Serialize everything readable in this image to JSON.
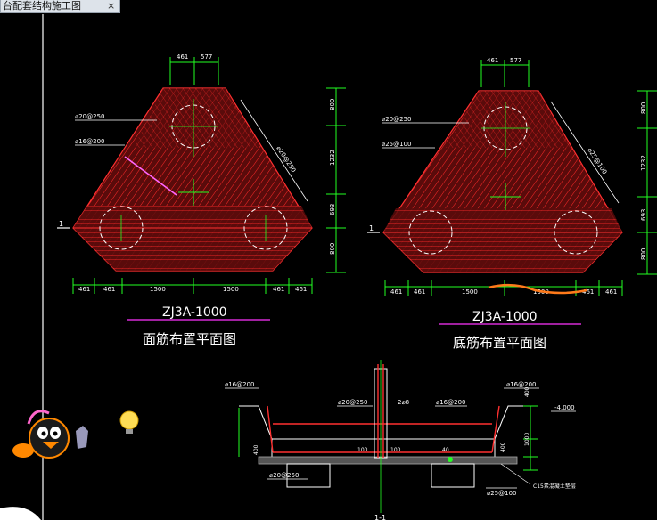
{
  "tab": {
    "title": "台配套结构施工图",
    "close": "×"
  },
  "plan_top": {
    "title_code": "ZJ3A-1000",
    "title_name": "面筋布置平面图",
    "dim_top": [
      "461",
      "577"
    ],
    "dim_right": [
      "800",
      "1232",
      "693",
      "800"
    ],
    "dim_bottom": [
      "461",
      "461",
      "1500",
      "1500",
      "461",
      "461"
    ],
    "rebar_1": "⌀20@250",
    "rebar_2": "⌀16@200",
    "rebar_diag": "⌀20@250",
    "section_mark": "1"
  },
  "plan_bottom": {
    "title_code": "ZJ3A-1000",
    "title_name": "底筋布置平面图",
    "dim_top": [
      "461",
      "577"
    ],
    "dim_right": [
      "800",
      "1232",
      "693",
      "800"
    ],
    "dim_bottom": [
      "461",
      "461",
      "1500",
      "1500",
      "461",
      "461"
    ],
    "rebar_1": "⌀20@250",
    "rebar_2": "⌀25@100",
    "rebar_diag": "⌀25@100",
    "section_mark": "1"
  },
  "section": {
    "label_tl": "⌀16@200",
    "label_tr": "⌀16@200",
    "label_mid1": "⌀20@250",
    "label_mid2": "2⌀8",
    "label_mid3": "⌀16@200",
    "elev": "-4.000",
    "dim_100a": "100",
    "dim_100b": "100",
    "dim_40": "40",
    "dim_400l": "400",
    "dim_400r": "400",
    "dim_v1": "400",
    "dim_v2": "1000",
    "label_bl": "⌀20@250",
    "label_br": "⌀25@100",
    "label_note": "C15素混凝土垫层",
    "section_title": "1-1"
  },
  "colors": {
    "rebar": "#ff2020",
    "fill": "#5a0b0b",
    "dim": "#22ff22",
    "title_line": "#ff33ff",
    "text": "#ffffff",
    "highlight": "#ff7a1a"
  }
}
